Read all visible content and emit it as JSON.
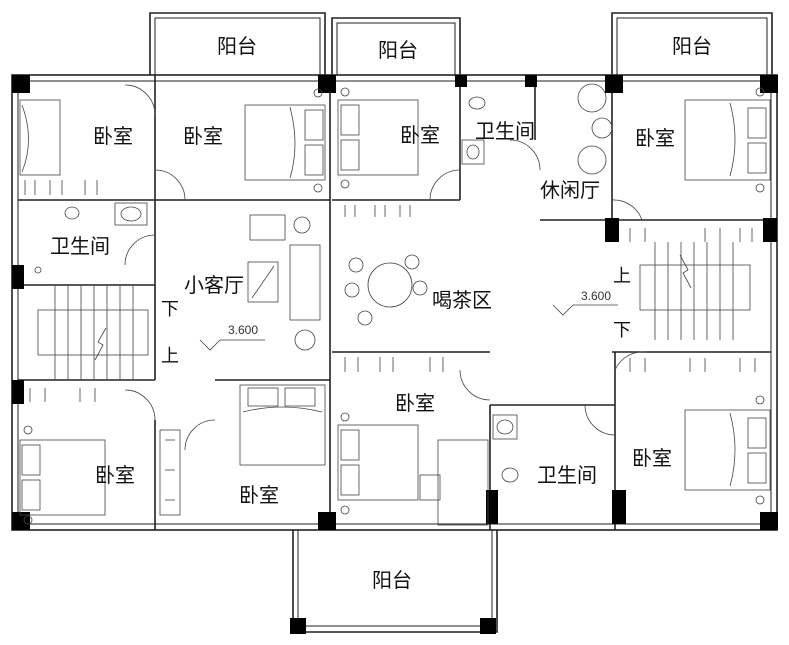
{
  "labels": {
    "balcony_top_left": "阳台",
    "balcony_top_mid": "阳台",
    "balcony_top_right": "阳台",
    "balcony_bottom": "阳台",
    "bed_tl1": "卧室",
    "bed_tl2": "卧室",
    "bed_tc": "卧室",
    "bed_tr": "卧室",
    "bed_ml": "卧室",
    "bed_bl": "卧室",
    "bed_bc": "卧室",
    "bed_br": "卧室",
    "bath_tc": "卫生间",
    "bath_l": "卫生间",
    "bath_bc": "卫生间",
    "lounge": "休闲厅",
    "small_living": "小客厅",
    "tea_area": "喝茶区",
    "stair_down_left": "下",
    "stair_up_left": "上",
    "stair_up_right": "上",
    "stair_down_right": "下",
    "elev_left": "3.600",
    "elev_right": "3.600"
  }
}
